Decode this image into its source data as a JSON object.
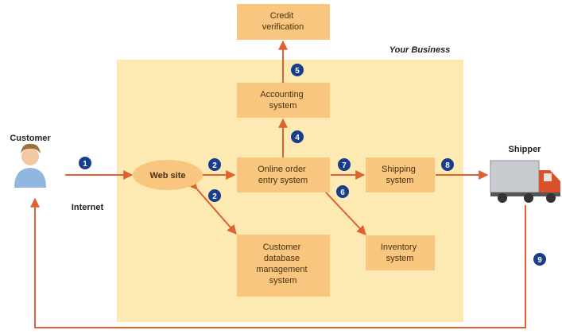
{
  "labels": {
    "business": "Your Business",
    "customer": "Customer",
    "shipper": "Shipper",
    "internet": "Internet"
  },
  "nodes": {
    "credit": [
      "Credit",
      "verification"
    ],
    "accounting": [
      "Accounting",
      "system"
    ],
    "website": [
      "Web site"
    ],
    "order_entry": [
      "Online order",
      "entry system"
    ],
    "shipping": [
      "Shipping",
      "system"
    ],
    "customer_db": [
      "Customer",
      "database",
      "management",
      "system"
    ],
    "inventory": [
      "Inventory",
      "system"
    ]
  },
  "steps": {
    "customer_to_website": "1",
    "website_to_order": "2",
    "website_to_database": "2",
    "order_to_accounting": "4",
    "accounting_to_credit": "5",
    "order_to_inventory": "6",
    "order_to_shipping": "7",
    "shipping_to_shipper": "8",
    "shipper_to_customer": "9"
  },
  "colors": {
    "business_bg": "#fdeab3",
    "node_fill": "#f8c67e",
    "node_text": "#4a3010",
    "arrow": "#e06030",
    "badge": "#1a3c8c"
  }
}
